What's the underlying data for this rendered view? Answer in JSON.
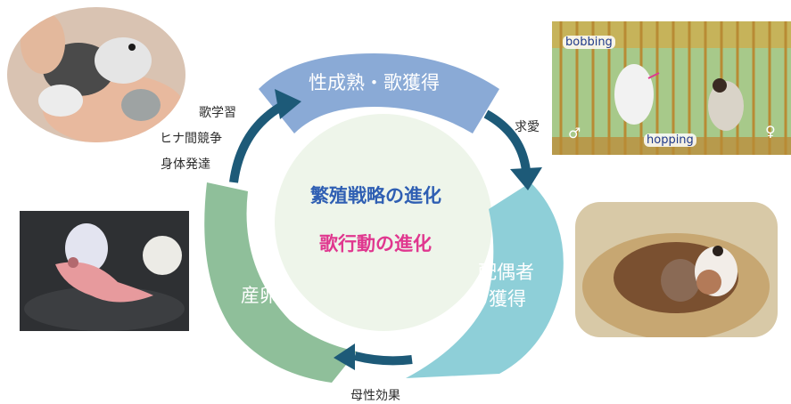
{
  "diagram": {
    "center": {
      "line1": "繁殖戦略の進化",
      "line2": "歌行動の進化",
      "line1_color": "#2f5fb3",
      "line2_color": "#e0378f"
    },
    "segments": {
      "top": "性成熟・歌獲得",
      "right_line1": "配偶者",
      "right_line2": "獲得",
      "left": "産卵"
    },
    "transitions": {
      "top_left": [
        "歌学習",
        "ヒナ間競争",
        "身体発達"
      ],
      "top_right": "求愛",
      "bottom": "母性効果"
    },
    "colors": {
      "top_segment": "#8aaad6",
      "right_segment": "#8ecfd8",
      "left_segment": "#8fbf9a",
      "arrow": "#1d5a78",
      "center_bg": "#eef5ea"
    }
  },
  "photos": {
    "cage": {
      "bobbing_label": "bobbing",
      "hopping_label": "hopping",
      "male_symbol": "♂",
      "female_symbol": "♀"
    }
  }
}
